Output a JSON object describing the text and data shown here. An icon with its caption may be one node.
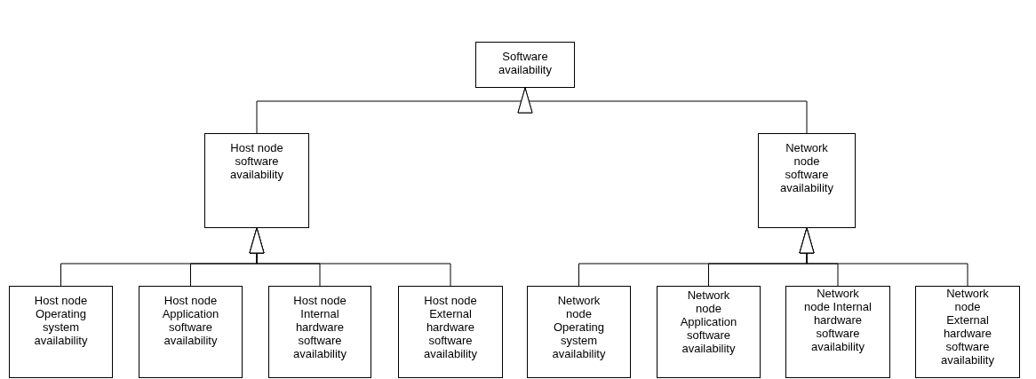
{
  "diagram": {
    "nodes": [
      {
        "text": [
          "Software availability"
        ]
      },
      {
        "text": [
          "Host node software availability"
        ]
      },
      {
        "text": [
          "Network node software availability"
        ]
      },
      {
        "text": [
          "Host node Operating system availability"
        ]
      },
      {
        "text": [
          "Host node Application software availability"
        ]
      },
      {
        "text": [
          "Host node Internal hardware software availability"
        ]
      },
      {
        "text": [
          "Host node External hardware software availability"
        ]
      },
      {
        "text": [
          "Network node Operating system availability"
        ]
      },
      {
        "text": [
          "Network node Application software availability"
        ]
      },
      {
        "text": [
          "Network node Internal hardware software availability"
        ]
      },
      {
        "text": [
          "Network node External hardware software availability"
        ]
      }
    ],
    "edges": [
      {
        "from": 1,
        "to": 0,
        "arrow": "to"
      },
      {
        "from": 2,
        "to": 0,
        "arrow": "to"
      },
      {
        "from": 3,
        "to": 1,
        "arrow": "to"
      },
      {
        "from": 4,
        "to": 1,
        "arrow": "to"
      },
      {
        "from": 5,
        "to": 1,
        "arrow": "to"
      },
      {
        "from": 6,
        "to": 1,
        "arrow": "to"
      },
      {
        "from": 7,
        "to": 2,
        "arrow": "to"
      },
      {
        "from": 8,
        "to": 2,
        "arrow": "to"
      },
      {
        "from": 9,
        "to": 2,
        "arrow": "to"
      },
      {
        "from": 10,
        "to": 2,
        "arrow": "to"
      }
    ]
  }
}
